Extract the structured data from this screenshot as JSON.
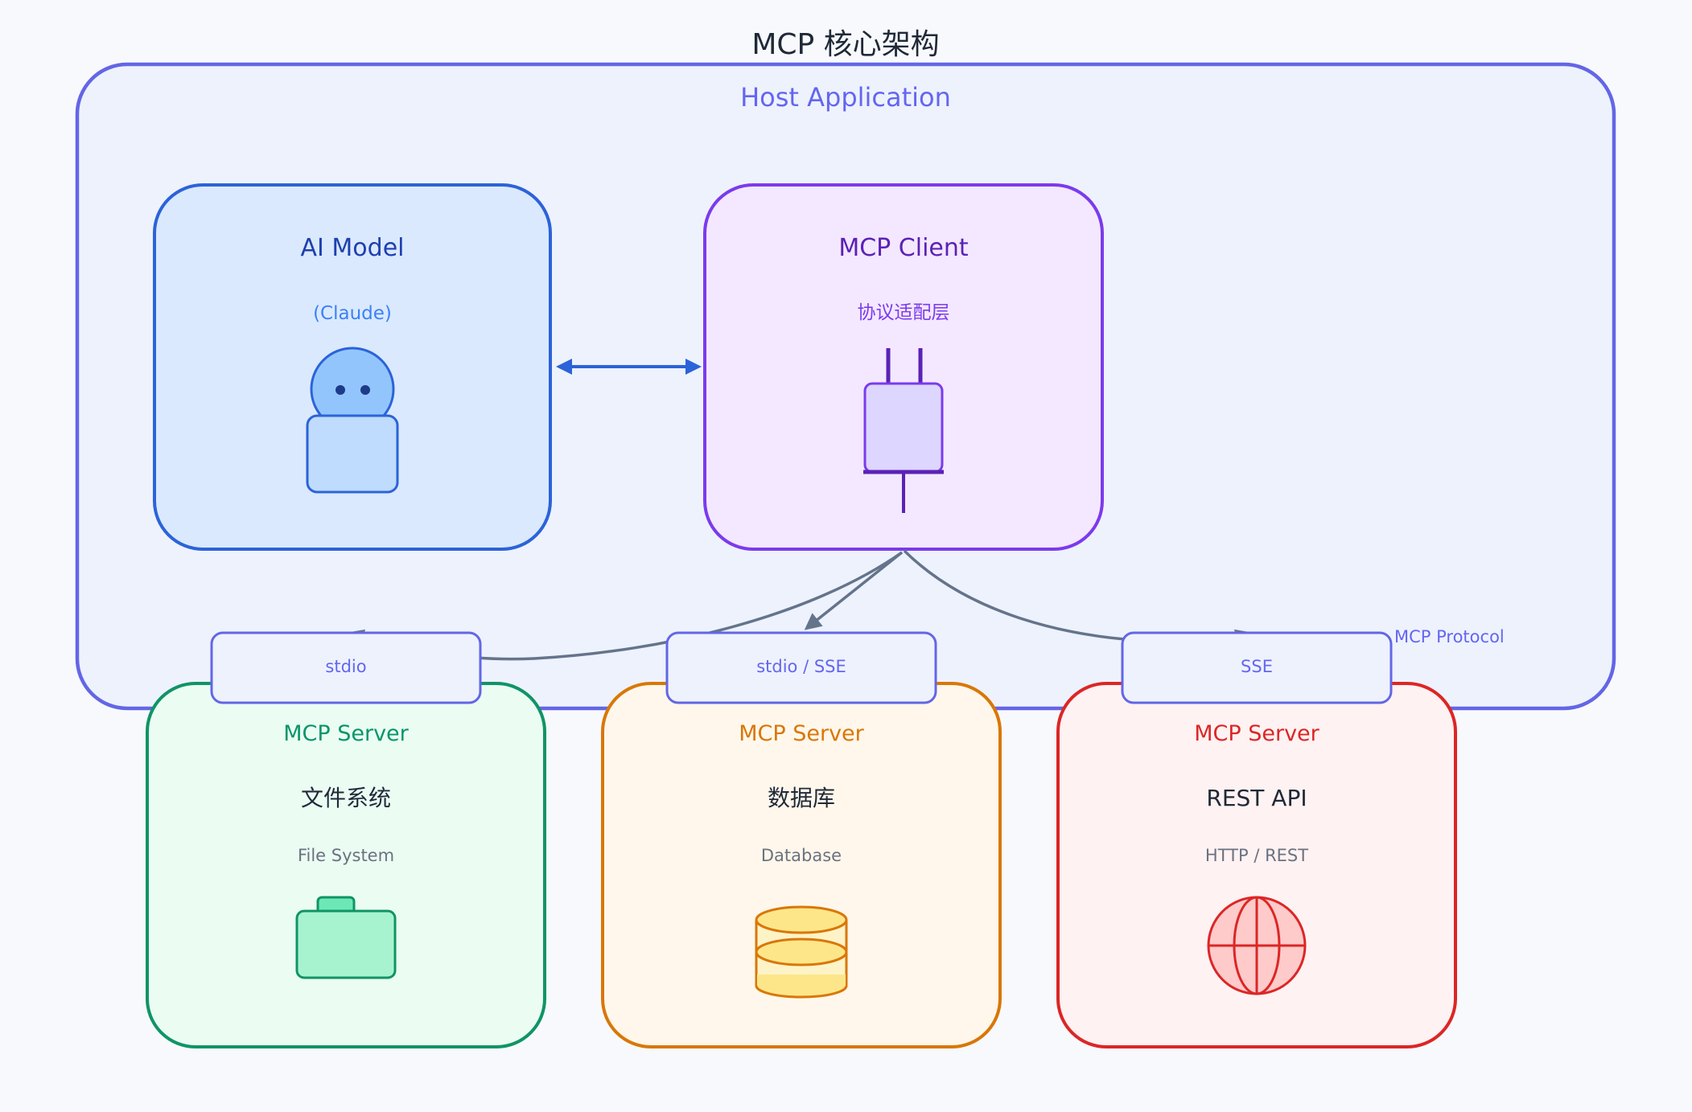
{
  "diagram": {
    "title": "MCP 核心架构",
    "host": {
      "label": "Host Application"
    },
    "ai_model": {
      "title": "AI Model",
      "subtitle": "(Claude)",
      "icon": "robot-icon",
      "colors": {
        "stroke": "#2b63d9",
        "fill": "#dbe9fe",
        "title": "#1e40af",
        "subtitle": "#3b82f6"
      }
    },
    "mcp_client": {
      "title": "MCP Client",
      "subtitle": "协议适配层",
      "icon": "plug-icon",
      "colors": {
        "stroke": "#7c3aed",
        "fill": "#f3e8ff",
        "title": "#5b21b6",
        "subtitle": "#7c3aed"
      }
    },
    "protocol_label": "MCP Protocol",
    "servers": [
      {
        "title": "MCP Server",
        "name": "文件系统",
        "name_en": "File System",
        "transport": "stdio",
        "icon": "folder-icon",
        "colors": {
          "stroke": "#0f9466",
          "fill": "#ebfcf3",
          "title": "#059669"
        }
      },
      {
        "title": "MCP Server",
        "name": "数据库",
        "name_en": "Database",
        "transport": "stdio / SSE",
        "icon": "database-icon",
        "colors": {
          "stroke": "#d97706",
          "fill": "#fff7eb",
          "title": "#d97706"
        }
      },
      {
        "title": "MCP Server",
        "name": "REST API",
        "name_en": "HTTP / REST",
        "transport": "SSE",
        "icon": "globe-icon",
        "colors": {
          "stroke": "#dc2626",
          "fill": "#fef2f2",
          "title": "#dc2626"
        }
      }
    ]
  }
}
